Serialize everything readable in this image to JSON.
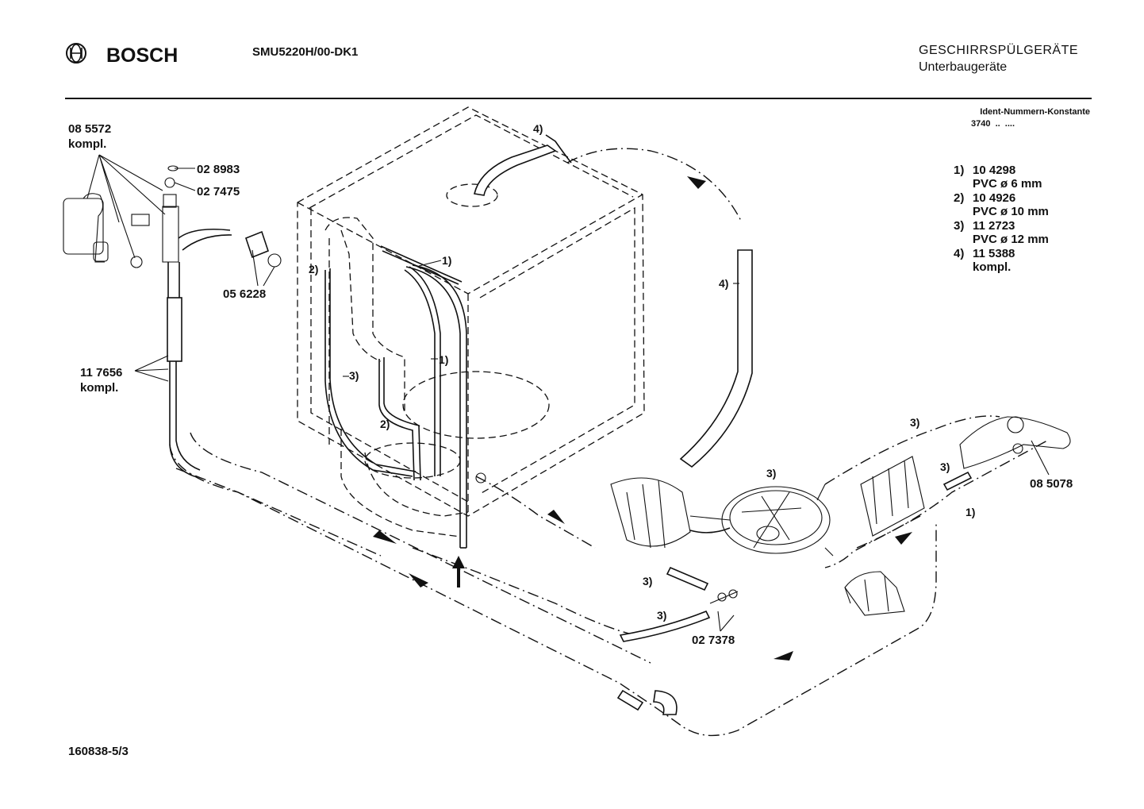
{
  "header": {
    "brand": "BOSCH",
    "model": "SMU5220H/00-DK1",
    "category": "GESCHIRRSPÜLGERÄTE",
    "subcategory": "Unterbaugeräte",
    "ident_title": "Ident-Nummern-Konstante",
    "ident_value": "3740  ..  ...."
  },
  "legend": [
    {
      "num": "1)",
      "code": "10 4298",
      "desc": "PVC ø 6 mm"
    },
    {
      "num": "2)",
      "code": "10 4926",
      "desc": "PVC ø 10 mm"
    },
    {
      "num": "3)",
      "code": "11 2723",
      "desc": "PVC ø 12 mm"
    },
    {
      "num": "4)",
      "code": "11 5388",
      "desc": "kompl."
    }
  ],
  "part_labels": {
    "p085572": "08 5572",
    "p085572_note": "kompl.",
    "p028983": "02 8983",
    "p027475": "02 7475",
    "p056228": "05 6228",
    "p117656": "11 7656",
    "p117656_note": "kompl.",
    "p027378": "02 7378",
    "p085078": "08 5078"
  },
  "callouts": {
    "c4_top": "4)",
    "c4_side": "4)",
    "c1_upper": "1)",
    "c1_mid": "1)",
    "c1_right": "1)",
    "c2_upper": "2)",
    "c2_lower": "2)",
    "c3_left": "3)",
    "c3_pump": "3)",
    "c3_right_upper": "3)",
    "c3_right_mid": "3)",
    "c3_lower_a": "3)",
    "c3_lower_b": "3)"
  },
  "footer": {
    "doc_number": "160838-5/3"
  }
}
